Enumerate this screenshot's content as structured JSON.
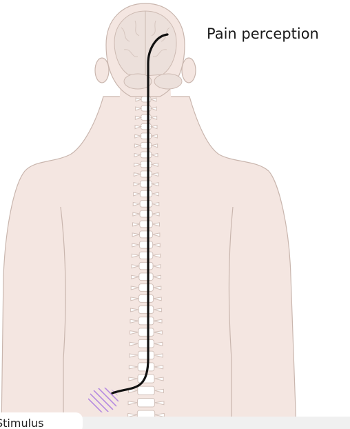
{
  "labels": {
    "pain_perception": "Pain perception",
    "bottom_partial": "Stimulus"
  },
  "colors": {
    "skin": "#f4e6e1",
    "skin_outline": "#c9b6ae",
    "brain": "#ece0db",
    "spine": "#ffffff",
    "nerve_path": "#111111",
    "stimulus": "#b58ae0"
  },
  "icons": {
    "stimulus": "hatched-stimulus-patch"
  }
}
